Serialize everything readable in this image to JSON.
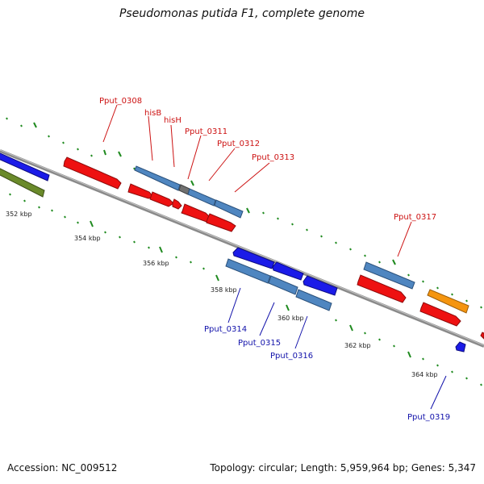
{
  "title": "Pseudomonas putida F1, complete genome",
  "footer": {
    "accession": "Accession: NC_009512",
    "summary": "Topology: circular; Length: 5,959,964 bp; Genes: 5,347"
  },
  "colors": {
    "backbone": "#8a8a8a",
    "tick": "#1f8a1f",
    "scale_text": "#222222",
    "label_forward": "#cc1111",
    "label_reverse": "#1111aa",
    "red": "#ee1111",
    "steelblue": "#4f86c0",
    "blue": "#1b1be8",
    "olive": "#6a8a2a",
    "orange": "#f5950f",
    "gray": "#707070"
  },
  "scale_labels": [
    "352 kbp",
    "354 kbp",
    "356 kbp",
    "358 kbp",
    "360 kbp",
    "362 kbp",
    "364 kbp"
  ],
  "gene_labels": {
    "forward": [
      "Pput_0308",
      "hisB",
      "hisH",
      "Pput_0311",
      "Pput_0312",
      "Pput_0313",
      "Pput_0317"
    ],
    "reverse": [
      "Pput_0314",
      "Pput_0315",
      "Pput_0316",
      "Pput_0319"
    ]
  }
}
